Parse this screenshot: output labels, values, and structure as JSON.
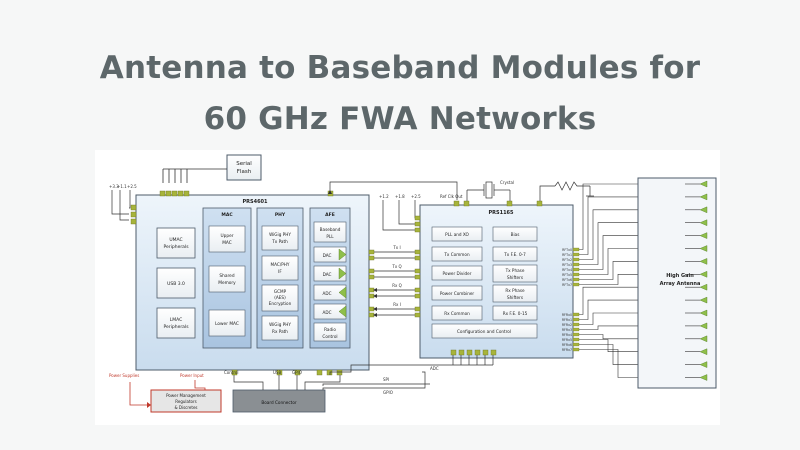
{
  "title": {
    "line1": "Antenna to Baseband Modules for",
    "line2": "60 GHz FWA Networks"
  },
  "diagram": {
    "serial_flash": [
      "Serial",
      "Flash"
    ],
    "spi": "SPI",
    "supply_left": [
      "+3.3",
      "+1.1",
      "+2.5"
    ],
    "supply_right": [
      "+1.2",
      "+1.8",
      "+2.5"
    ],
    "chip_left": {
      "name": "PRS4601",
      "blocks": [
        [
          "UMAC",
          "Peripherals"
        ],
        [
          "USB 3.0"
        ],
        [
          "LMAC",
          "Peripherals"
        ]
      ],
      "mac": {
        "header": "MAC",
        "blocks": [
          [
            "Upper",
            "MAC"
          ],
          [
            "Shared",
            "Memory"
          ],
          [
            "Lower MAC"
          ]
        ]
      },
      "phy": {
        "header": "PHY",
        "blocks": [
          [
            "WiGig PHY",
            "Tx Path"
          ],
          [
            "MAC/PHY",
            "IF"
          ],
          [
            "GCMP",
            "(AES)",
            "Encryption"
          ],
          [
            "WiGig PHY",
            "Rx Path"
          ]
        ]
      },
      "afe": {
        "header": "AFE",
        "blocks": [
          [
            "Baseband",
            "PLL"
          ],
          [
            "DAC"
          ],
          [
            "DAC"
          ],
          [
            "ADC"
          ],
          [
            "ADC"
          ],
          [
            "Radio",
            "Control"
          ]
        ]
      }
    },
    "signals": [
      "Tx I",
      "Tx Q",
      "Rx Q",
      "Rx I"
    ],
    "ref_clk": "Ref Clk Out",
    "crystal": "Crystal",
    "chip_right": {
      "name": "PRS1165",
      "blocks": [
        [
          "PLL and XO"
        ],
        [
          "Bias"
        ],
        [
          "Tx Common"
        ],
        [
          "Tx F.E. 0-7"
        ],
        [
          "Power Divider"
        ],
        [
          "Tx Phase",
          "Shifters"
        ],
        [
          "Power Combiner"
        ],
        [
          "Rx Phase",
          "Shifters"
        ],
        [
          "Rx Common"
        ],
        [
          "Rx F.E. 0-15"
        ],
        [
          "Configuration and Control"
        ]
      ]
    },
    "rf_tx_labels": [
      "RFTx0",
      "RFTx1",
      "RFTx2",
      "RFTx3",
      "RFTx4",
      "RFTx5",
      "RFTx6",
      "RFTx7"
    ],
    "rf_rx_labels": [
      "RFRx0",
      "RFRx1",
      "RFRx2",
      "RFRx3",
      "RFRx4",
      "RFRx5",
      "RFRx6",
      "RFRx7"
    ],
    "antenna": [
      "High Gain",
      "Array Antenna"
    ],
    "bottom": {
      "power_supplies": "Power Supplies",
      "power_input": "Power Input",
      "control": "Control",
      "usb": "USB",
      "gpio": "GPIO",
      "spi": "SPI",
      "gpio2": "GPIO",
      "adc": "ADC"
    },
    "power_mgmt": [
      "Power Management",
      "Regulators",
      "& Discretes"
    ],
    "board_connector": "Board Connector"
  },
  "colors": {
    "title": "#5d676a",
    "chip_fill": "#dbe9f6",
    "chip_stroke": "#4d5b6a",
    "block_fill": "#ffffff",
    "pin": "#a7b43b",
    "amp": "#8fbf4a",
    "red": "#c0392b"
  }
}
